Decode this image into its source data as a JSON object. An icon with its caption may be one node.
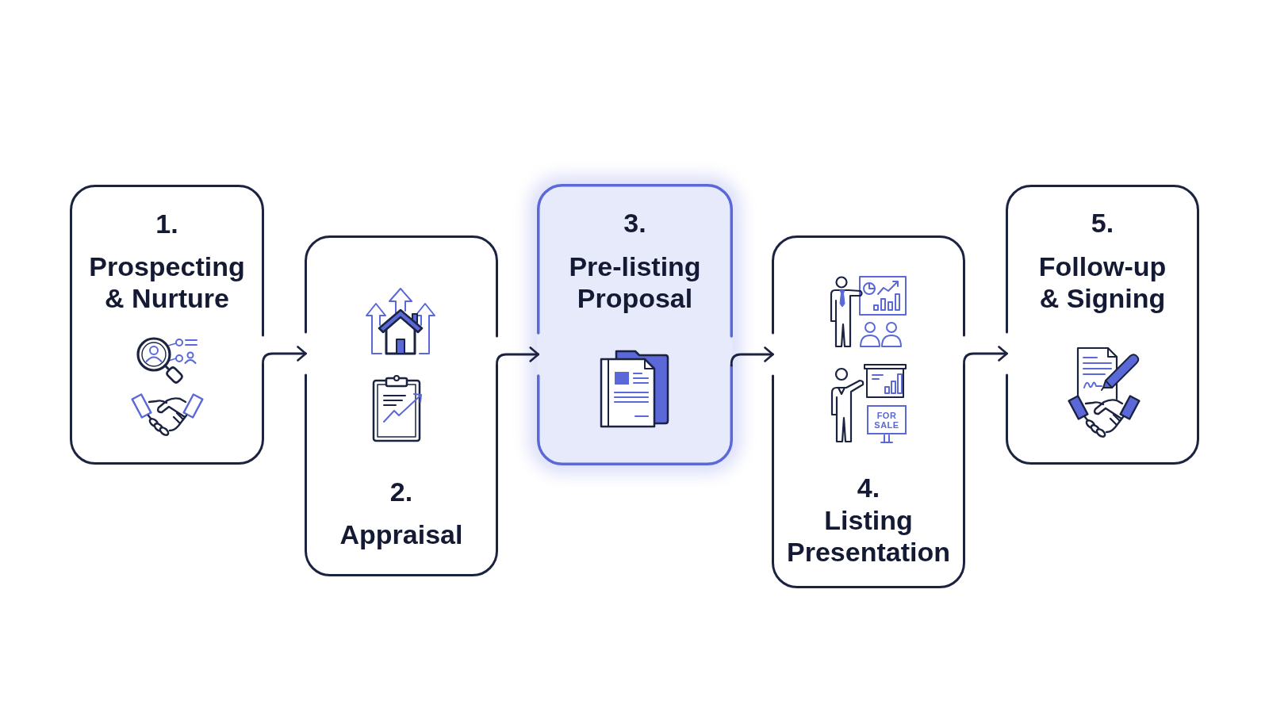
{
  "diagram": {
    "nodes": [
      {
        "text": [
          "1.",
          "Prospecting & Nurture"
        ]
      },
      {
        "text": [
          "2.",
          "Appraisal"
        ]
      },
      {
        "text": [
          "3.",
          "Pre-listing Proposal"
        ]
      },
      {
        "text": [
          "4.",
          "Listing Presentation"
        ]
      },
      {
        "text": [
          "5.",
          "Follow-up & Signing"
        ]
      }
    ],
    "edges": [
      {
        "from": 0,
        "to": 1,
        "arrow": "to"
      },
      {
        "from": 1,
        "to": 2,
        "arrow": "to"
      },
      {
        "from": 2,
        "to": 3,
        "arrow": "to"
      },
      {
        "from": 3,
        "to": 4,
        "arrow": "to"
      }
    ],
    "labels": [
      "FOR SALE"
    ]
  }
}
